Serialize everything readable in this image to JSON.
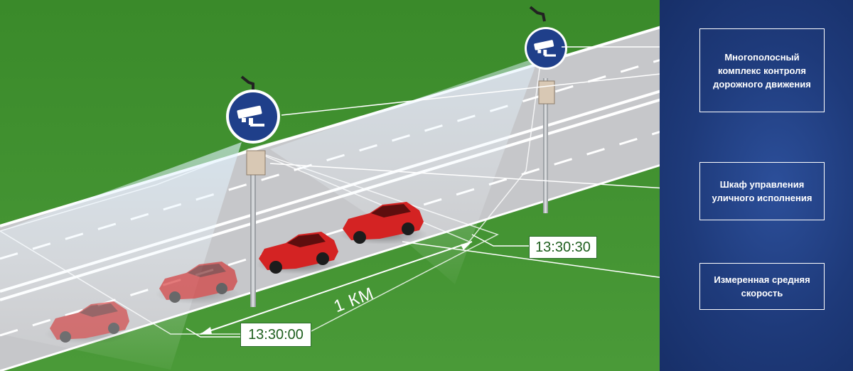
{
  "colors": {
    "grass": "#3f8a2e",
    "road": "#c9c9cc",
    "panel": "#1e3a7a",
    "car": "#d42323",
    "sign": "#1f3f8a",
    "time_text": "#1f5f1f"
  },
  "callouts": {
    "complex": "Многополосный комплекс контроля дорожного движения",
    "cabinet": "Шкаф управления уличного исполнения",
    "speed": "Измеренная средняя скорость"
  },
  "timestamps": {
    "start": "13:30:00",
    "end": "13:30:30"
  },
  "distance_label": "1 КМ",
  "icons": [
    "camera-icon",
    "camera-icon"
  ]
}
